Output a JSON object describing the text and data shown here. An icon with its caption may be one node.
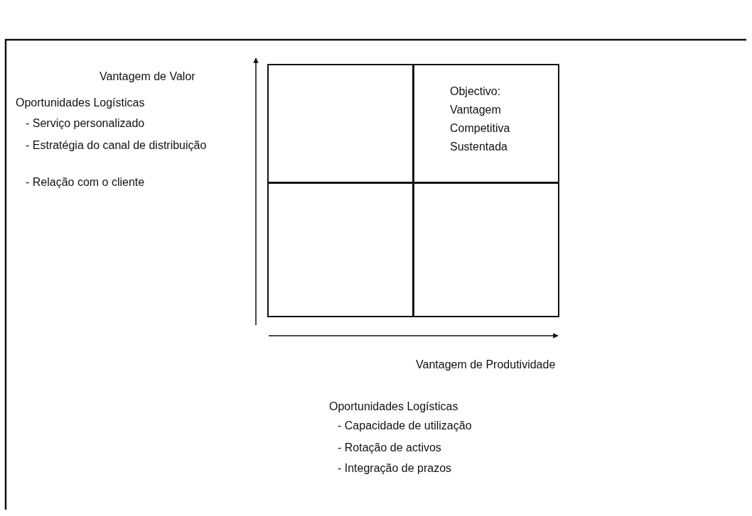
{
  "diagram": {
    "nodes": [
      {
        "text": [],
        "shape": "box"
      },
      {
        "text": [
          "Objectivo:",
          "Vantagem Competitiva Sustentada"
        ]
      },
      {
        "text": [],
        "shape": "box"
      },
      {
        "text": [],
        "shape": "box"
      }
    ],
    "labels": [
      "Vantagem de Valor",
      "Oportunidades Logísticas",
      "- Serviço personalizado",
      "- Estratégia do canal de distribuição",
      "- Relação com o cliente",
      "Vantagem de Produtividade",
      "Oportunidades Logísticas",
      "- Capacidade de utilização",
      "- Rotação de activos",
      "- Integração de prazos"
    ]
  }
}
